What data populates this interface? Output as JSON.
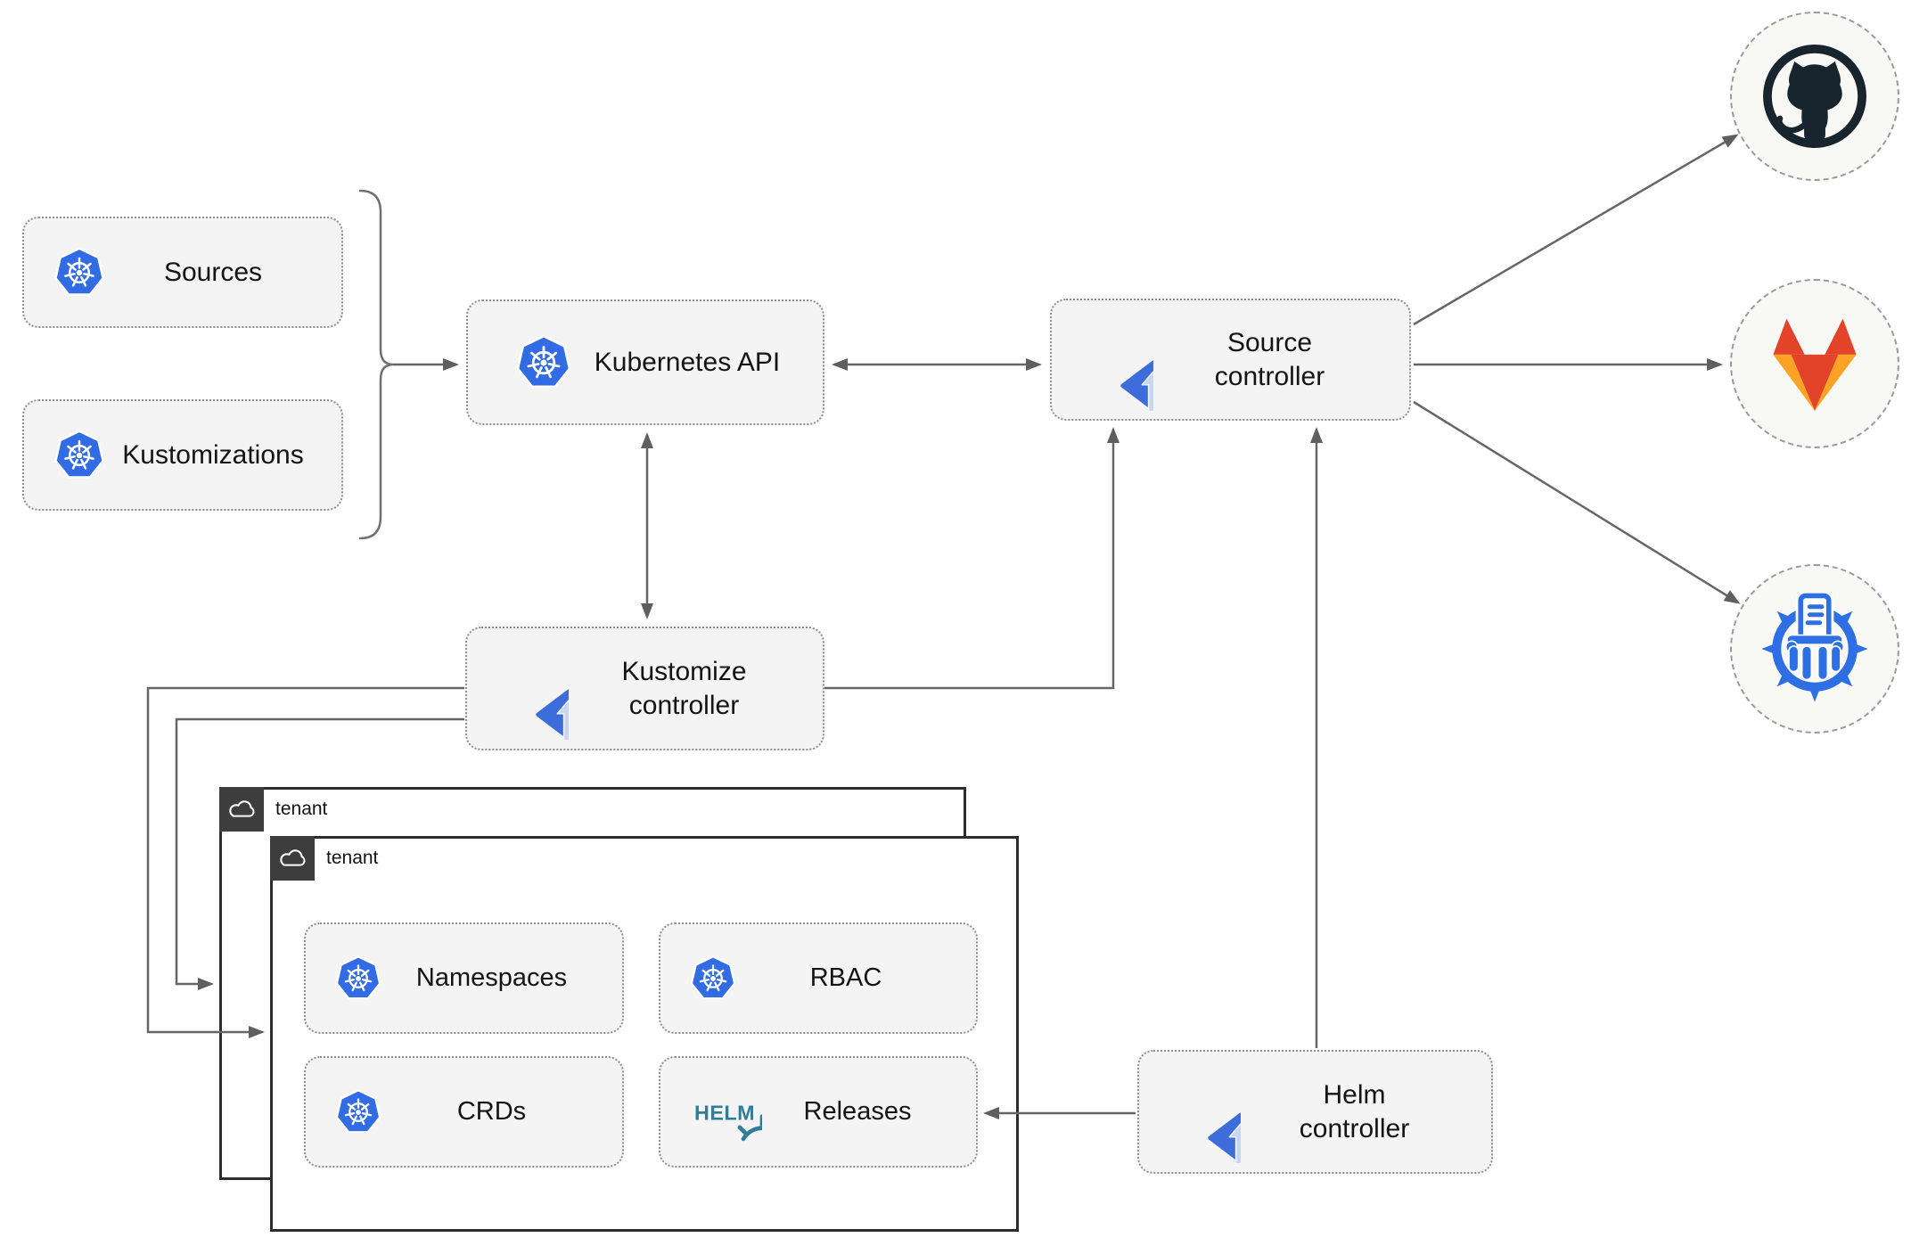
{
  "nodes": {
    "sources": {
      "label": "Sources"
    },
    "kustomizations": {
      "label": "Kustomizations"
    },
    "kubernetes_api": {
      "label": "Kubernetes API"
    },
    "source_controller": {
      "label": "Source\ncontroller"
    },
    "kustomize_controller": {
      "label": "Kustomize\ncontroller"
    },
    "helm_controller": {
      "label": "Helm\ncontroller"
    },
    "tenant_back": {
      "label": "tenant"
    },
    "tenant_front": {
      "label": "tenant"
    },
    "namespaces": {
      "label": "Namespaces"
    },
    "rbac": {
      "label": "RBAC"
    },
    "crds": {
      "label": "CRDs"
    },
    "releases": {
      "label": "Releases",
      "logo_text": "HELM"
    }
  },
  "icons": {
    "kubernetes": "kubernetes-wheel-icon",
    "flux": "flux-diamond-arrow-icon",
    "helm": "helm-ship-wheel-logo",
    "cloud": "cloud-icon",
    "github": "github-octocat-icon",
    "gitlab": "gitlab-fox-icon",
    "chartmuseum": "chartmuseum-wheel-document-icon"
  },
  "edges": [
    {
      "from": "sources+kustomizations-brace",
      "to": "kubernetes-api",
      "type": "arrow"
    },
    {
      "from": "kubernetes-api",
      "to": "source-controller",
      "type": "double-arrow"
    },
    {
      "from": "kubernetes-api",
      "to": "kustomize-controller",
      "type": "double-arrow"
    },
    {
      "from": "kustomize-controller",
      "to": "source-controller",
      "type": "arrow"
    },
    {
      "from": "kustomize-controller",
      "to": "tenant-back",
      "type": "arrow"
    },
    {
      "from": "kustomize-controller",
      "to": "tenant-front",
      "type": "arrow"
    },
    {
      "from": "helm-controller",
      "to": "source-controller",
      "type": "arrow"
    },
    {
      "from": "helm-controller",
      "to": "releases",
      "type": "arrow"
    },
    {
      "from": "source-controller",
      "to": "github",
      "type": "arrow"
    },
    {
      "from": "source-controller",
      "to": "gitlab",
      "type": "arrow"
    },
    {
      "from": "source-controller",
      "to": "chartmuseum",
      "type": "arrow"
    }
  ],
  "colors": {
    "kubernetes_blue": "#326ce5",
    "flux_blue": "#3d6ddb",
    "flux_arrow_light": "#c7d7f3",
    "helm_teal": "#2e7e95",
    "github_dark": "#18242e",
    "gitlab_red_orange": "#e24329",
    "gitlab_orange": "#fca326",
    "chartmuseum_blue": "#2f6fe4",
    "node_background": "#f4f4f4",
    "connector_gray": "#666666",
    "tenant_tab_dark": "#3d3d3d"
  }
}
